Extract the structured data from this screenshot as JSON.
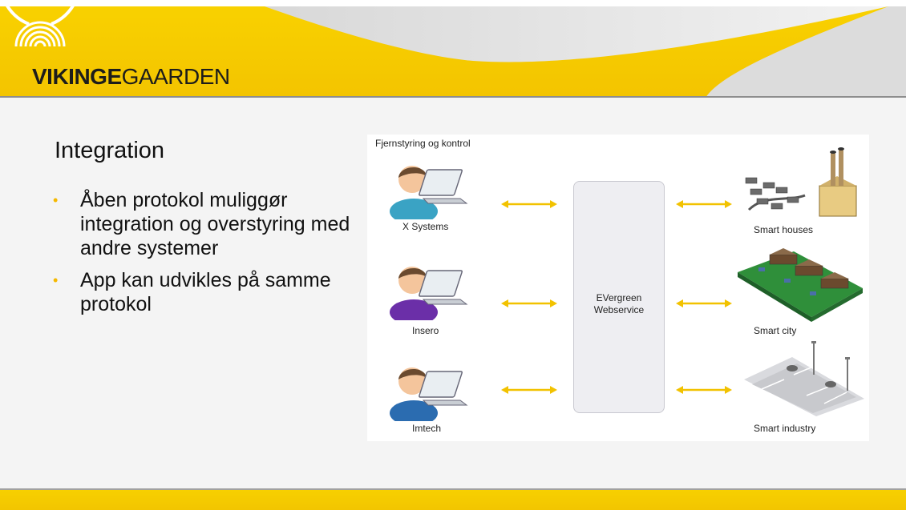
{
  "header": {
    "logo_bold": "VIKINGE",
    "logo_light": "GAARDEN"
  },
  "slide": {
    "title": "Integration",
    "bullets": [
      "Åben protokol muliggør integration og overstyring med andre systemer",
      "App kan udvikles på samme protokol"
    ]
  },
  "diagram": {
    "caption": "Fjernstyring og kontrol",
    "clients": [
      {
        "label": "X Systems",
        "shirt": "#3aa3c4"
      },
      {
        "label": "Insero",
        "shirt": "#6b2fa8"
      },
      {
        "label": "Imtech",
        "shirt": "#2b6cb0"
      }
    ],
    "center": {
      "line1": "EVergreen",
      "line2": "Webservice"
    },
    "targets": [
      {
        "label": "Smart houses"
      },
      {
        "label": "Smart city"
      },
      {
        "label": "Smart industry"
      }
    ]
  },
  "colors": {
    "brand_yellow": "#f5c400",
    "arrow": "#f2c200",
    "dark": "#1d1d1b"
  }
}
